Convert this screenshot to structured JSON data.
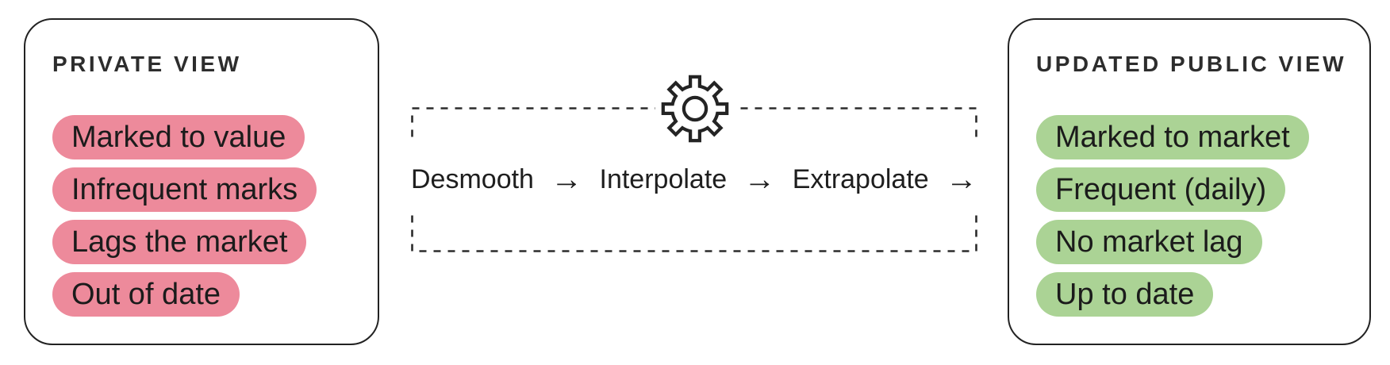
{
  "left_card": {
    "title": "PRIVATE VIEW",
    "items": [
      "Marked to value",
      "Infrequent marks",
      "Lags the market",
      "Out of date"
    ]
  },
  "process": {
    "steps": [
      "Desmooth",
      "Interpolate",
      "Extrapolate"
    ],
    "arrow": "→",
    "icon": "gear-icon"
  },
  "right_card": {
    "title": "UPDATED PUBLIC VIEW",
    "items": [
      "Marked to market",
      "Frequent (daily)",
      "No market lag",
      "Up to date"
    ]
  },
  "colors": {
    "private_pill": "#ED8A9B",
    "public_pill": "#ABD395",
    "line": "#2b2b2b",
    "text": "#1b1b1b"
  }
}
